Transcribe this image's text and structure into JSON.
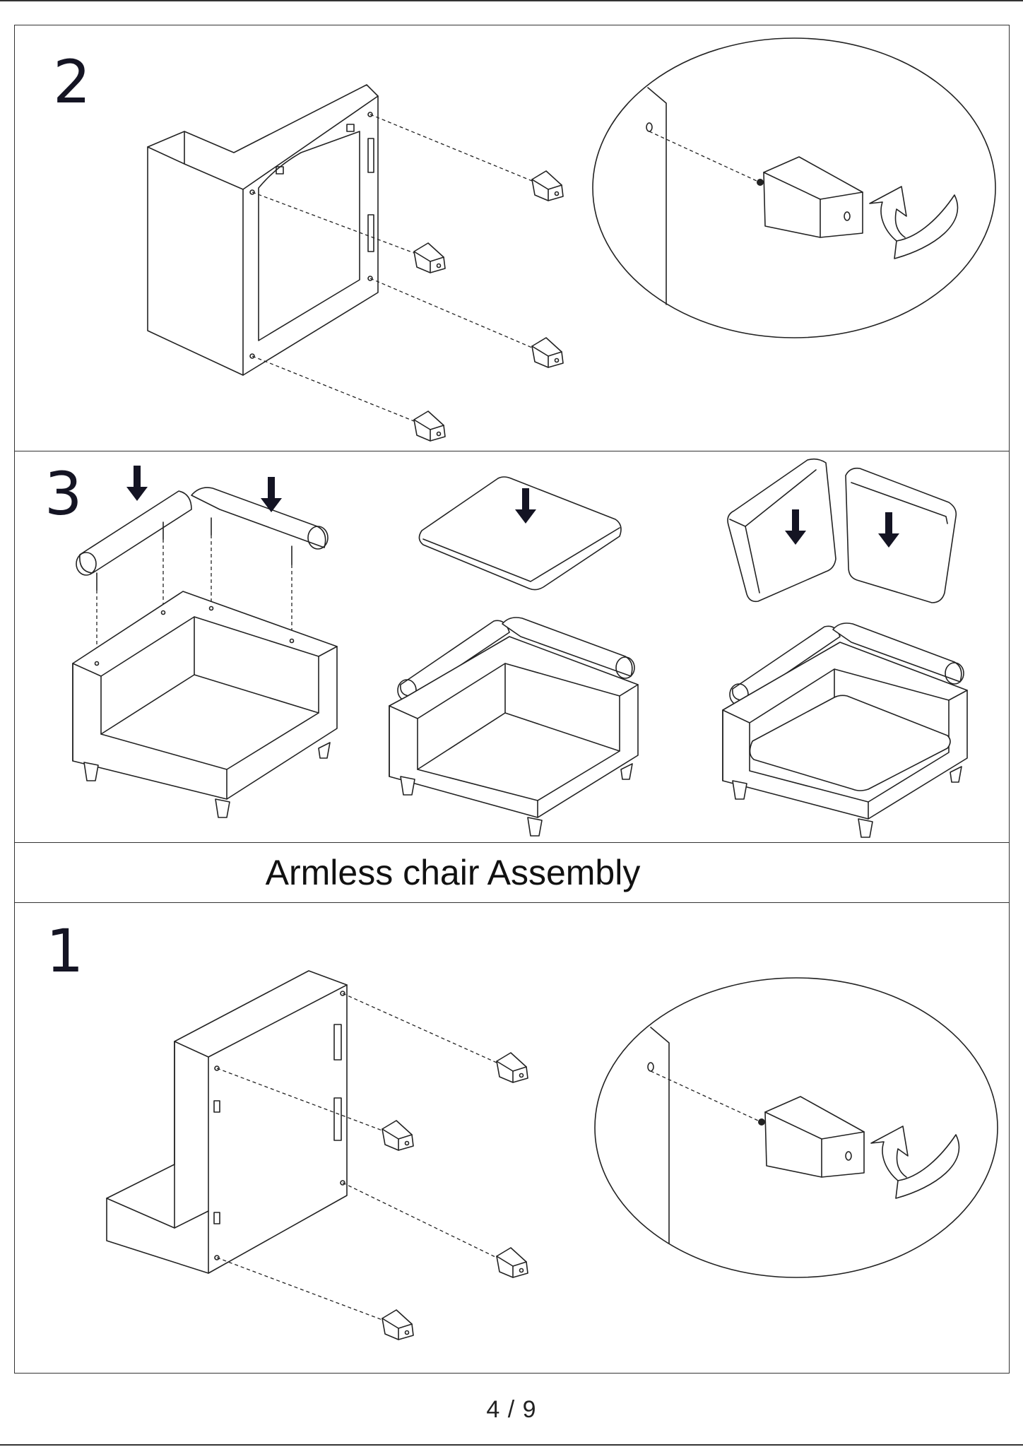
{
  "document": {
    "section_title": "Armless chair Assembly",
    "steps": [
      {
        "number": "2"
      },
      {
        "number": "3"
      },
      {
        "number": "1"
      }
    ],
    "page_indicator": "4 / 9"
  },
  "colors": {
    "line": "#222222",
    "background": "#ffffff",
    "arrow": "#141423"
  }
}
